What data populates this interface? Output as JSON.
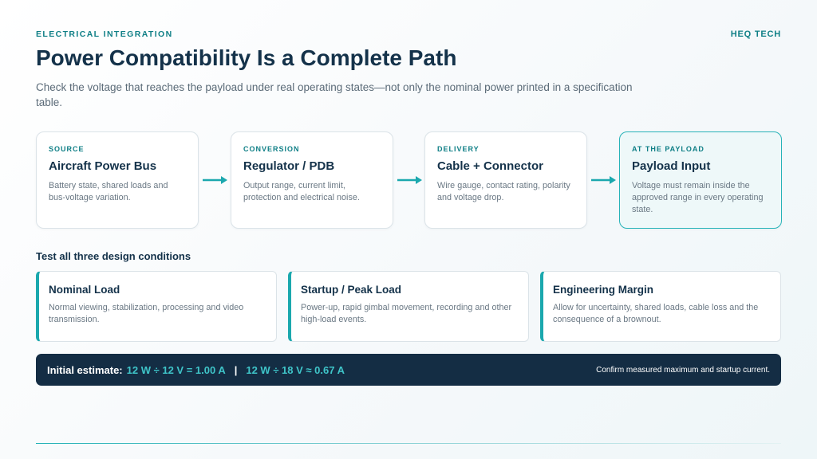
{
  "header": {
    "kicker": "ELECTRICAL INTEGRATION",
    "brand": "HEQ TECH",
    "title": "Power Compatibility Is a Complete Path",
    "subtitle": "Check the voltage that reaches the payload under real operating states—not only the nominal power printed in a specification table."
  },
  "flow": {
    "steps": [
      {
        "tag": "SOURCE",
        "title": "Aircraft Power Bus",
        "desc": "Battery state, shared loads and bus-voltage variation."
      },
      {
        "tag": "CONVERSION",
        "title": "Regulator / PDB",
        "desc": "Output range, current limit, protection and electrical noise."
      },
      {
        "tag": "DELIVERY",
        "title": "Cable + Connector",
        "desc": "Wire gauge, contact rating, polarity and voltage drop."
      },
      {
        "tag": "AT THE PAYLOAD",
        "title": "Payload Input",
        "desc": "Voltage must remain inside the approved range in every operating state."
      }
    ],
    "arrow_icon": "arrow-right-icon",
    "accent_color": "#1ba8ae"
  },
  "conditions": {
    "label": "Test all three design conditions",
    "items": [
      {
        "title": "Nominal Load",
        "desc": "Normal viewing, stabilization, processing and video transmission."
      },
      {
        "title": "Startup / Peak Load",
        "desc": "Power-up, rapid gimbal movement, recording and other high-load events."
      },
      {
        "title": "Engineering Margin",
        "desc": "Allow for uncertainty, shared loads, cable loss and the consequence of a brownout."
      }
    ]
  },
  "estimate": {
    "label": "Initial estimate:",
    "value1": "12 W ÷ 12 V = 1.00 A",
    "separator": "|",
    "value2": "12 W ÷ 18 V ≈ 0.67 A",
    "note": "Confirm measured maximum and startup current."
  }
}
